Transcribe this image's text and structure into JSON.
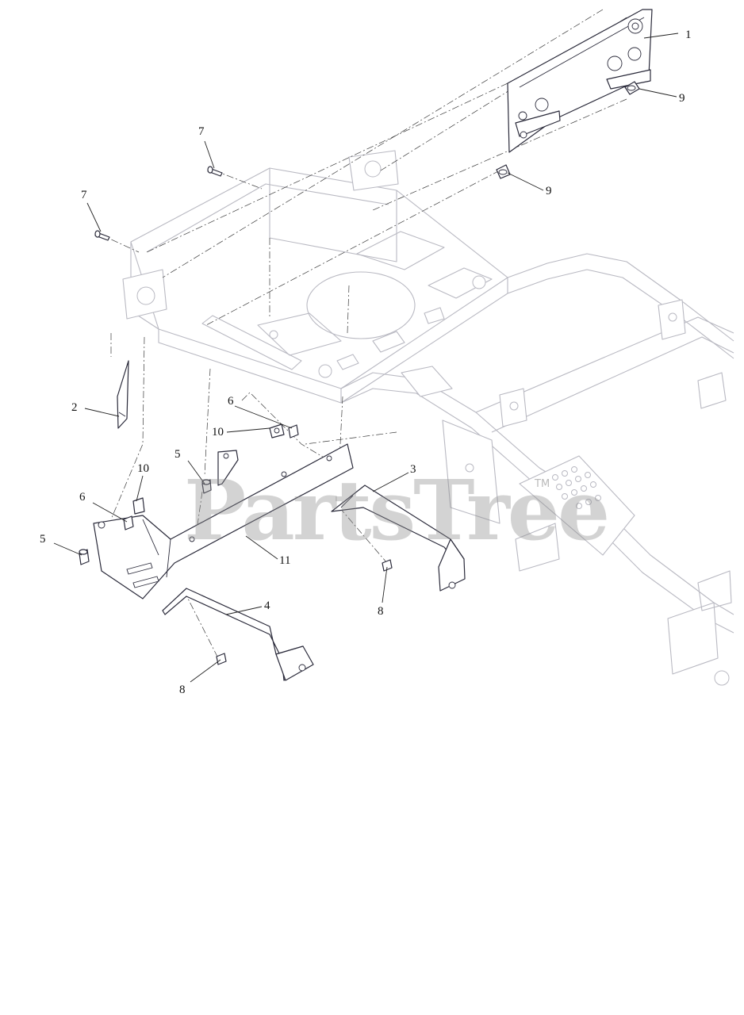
{
  "watermark": {
    "text": "PartsTree",
    "trademark": "TM"
  },
  "callouts": [
    {
      "id": "c1",
      "label": "1"
    },
    {
      "id": "c9a",
      "label": "9"
    },
    {
      "id": "c9b",
      "label": "9"
    },
    {
      "id": "c7a",
      "label": "7"
    },
    {
      "id": "c7b",
      "label": "7"
    },
    {
      "id": "c2",
      "label": "2"
    },
    {
      "id": "c6a",
      "label": "6"
    },
    {
      "id": "c10a",
      "label": "10"
    },
    {
      "id": "c5a",
      "label": "5"
    },
    {
      "id": "c3",
      "label": "3"
    },
    {
      "id": "c10b",
      "label": "10"
    },
    {
      "id": "c6b",
      "label": "6"
    },
    {
      "id": "c5b",
      "label": "5"
    },
    {
      "id": "c11",
      "label": "11"
    },
    {
      "id": "c4",
      "label": "4"
    },
    {
      "id": "c8a",
      "label": "8"
    },
    {
      "id": "c8b",
      "label": "8"
    }
  ],
  "colors": {
    "part_stroke": "#2a2a3a",
    "frame_stroke": "#b9b9c2",
    "watermark": "#8c8c8c"
  }
}
